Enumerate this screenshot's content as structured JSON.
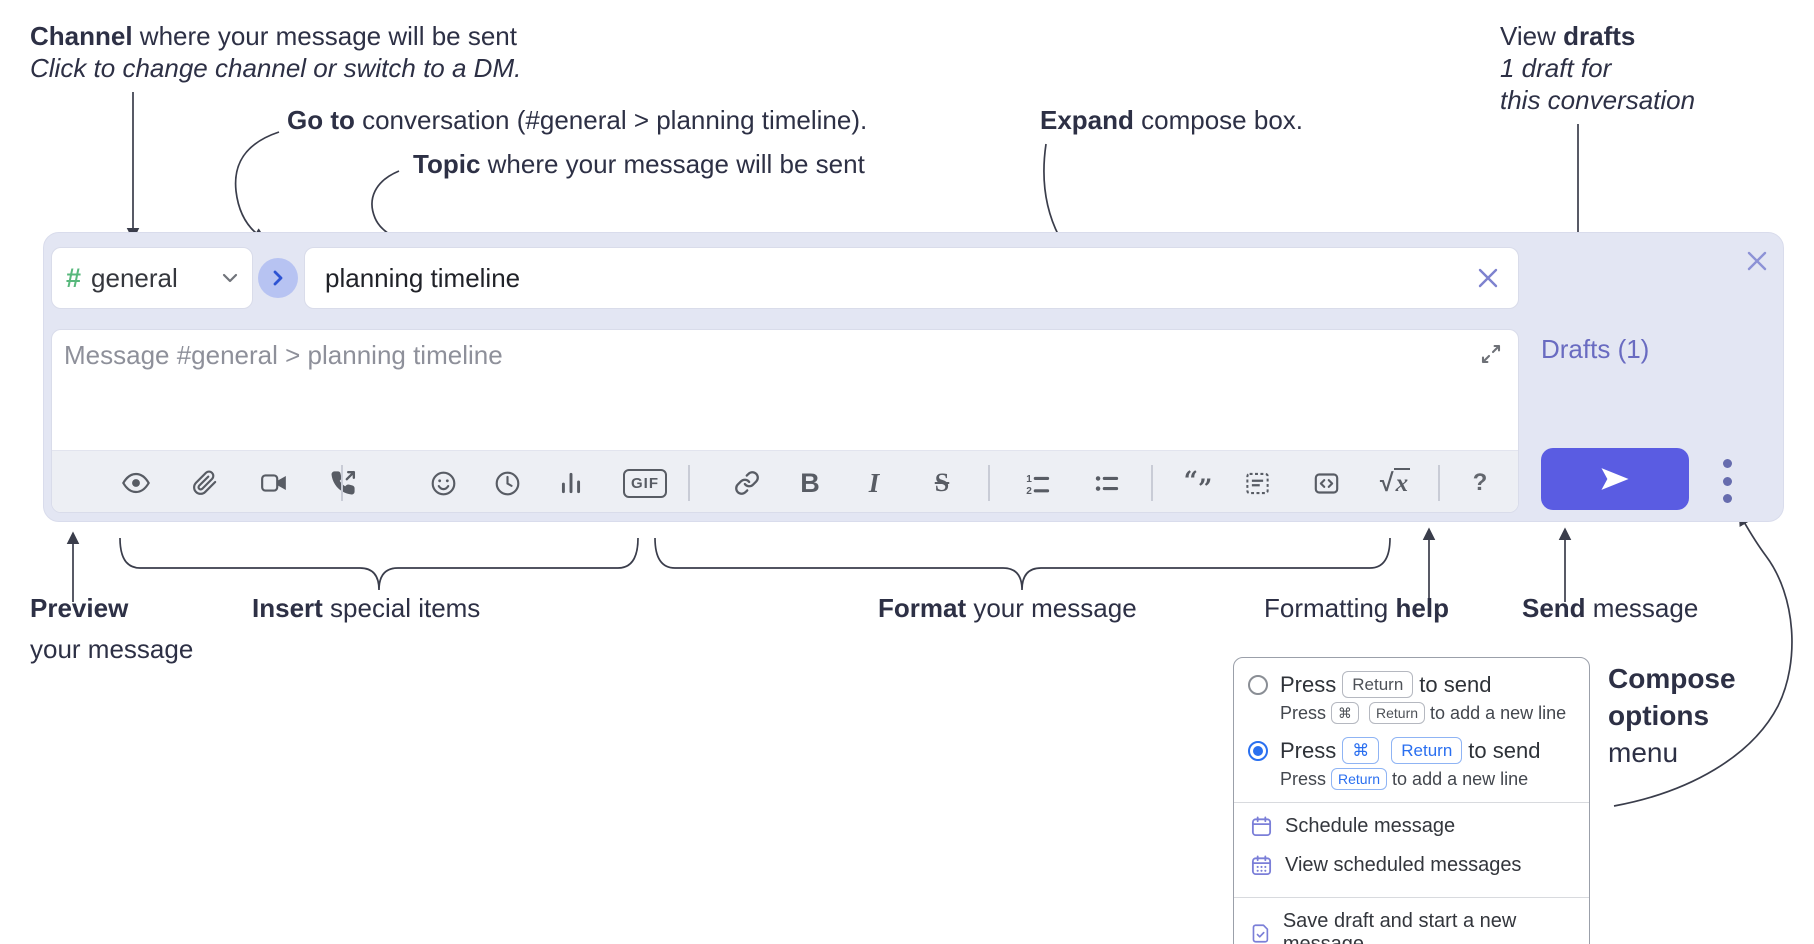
{
  "annotations": {
    "channel": {
      "bold": "Channel",
      "rest": " where your message will be sent",
      "subtitle": "Click to change channel or switch to a DM."
    },
    "goto": {
      "bold": "Go to",
      "rest": " conversation (#general > planning timeline)."
    },
    "topic": {
      "bold": "Topic",
      "rest": " where your message will be sent"
    },
    "expand": {
      "bold": "Expand",
      "rest": " compose box."
    },
    "view_drafts": {
      "pre": "View ",
      "bold": "drafts",
      "line2": "1 draft for",
      "line3": "this conversation"
    },
    "preview": {
      "bold": "Preview",
      "line2": "your message"
    },
    "insert": {
      "bold": "Insert",
      "rest": " special items"
    },
    "format": {
      "bold": "Format",
      "rest": " your message"
    },
    "formatting_help": {
      "pre": "Formatting ",
      "bold": "help"
    },
    "send": {
      "bold": "Send",
      "rest": " message"
    },
    "compose_options": {
      "line1": "Compose",
      "line2": "options",
      "line3": "menu"
    }
  },
  "composer": {
    "channel": {
      "hash": "#",
      "name": "general"
    },
    "topic_value": "planning timeline",
    "message_placeholder": "Message #general > planning timeline",
    "drafts_link": "Drafts (1)",
    "toolbar": {
      "gif": "GIF",
      "bold": "B",
      "italic": "I",
      "strike": "S",
      "list_num_1": "1",
      "list_num_2": "2",
      "quote_open": "“",
      "quote_close": "”",
      "sqrt_sign": "√",
      "sqrt_var": "x",
      "help": "?"
    }
  },
  "menu": {
    "send_options": [
      {
        "selected": false,
        "main": {
          "pre": "Press",
          "key1": "Return",
          "post": "to send"
        },
        "sub": {
          "pre": "Press",
          "key1": "⌘",
          "key2": "Return",
          "post": "to add a new line"
        }
      },
      {
        "selected": true,
        "main": {
          "pre": "Press",
          "key1": "⌘",
          "key2": "Return",
          "post": "to send"
        },
        "sub": {
          "pre": "Press",
          "key1": "Return",
          "post": "to add a new line"
        }
      }
    ],
    "items": [
      {
        "label": "Schedule message"
      },
      {
        "label": "View scheduled messages"
      },
      {
        "label": "Save draft and start a new message"
      }
    ]
  },
  "colors": {
    "composer_bg": "#e3e6f3",
    "send_button": "#5a5ce2",
    "drafts_link": "#696bc1",
    "radio_selected": "#2a70f0",
    "menu_icon": "#7b7fd8",
    "hash_green": "#58b87c",
    "goto_circle_bg": "#b7c3f2",
    "goto_chevron": "#2d53d3",
    "kbd_blue": "#2a6ff0",
    "annotation_text": "#2d3045",
    "toolbar_icon": "#585c64"
  }
}
